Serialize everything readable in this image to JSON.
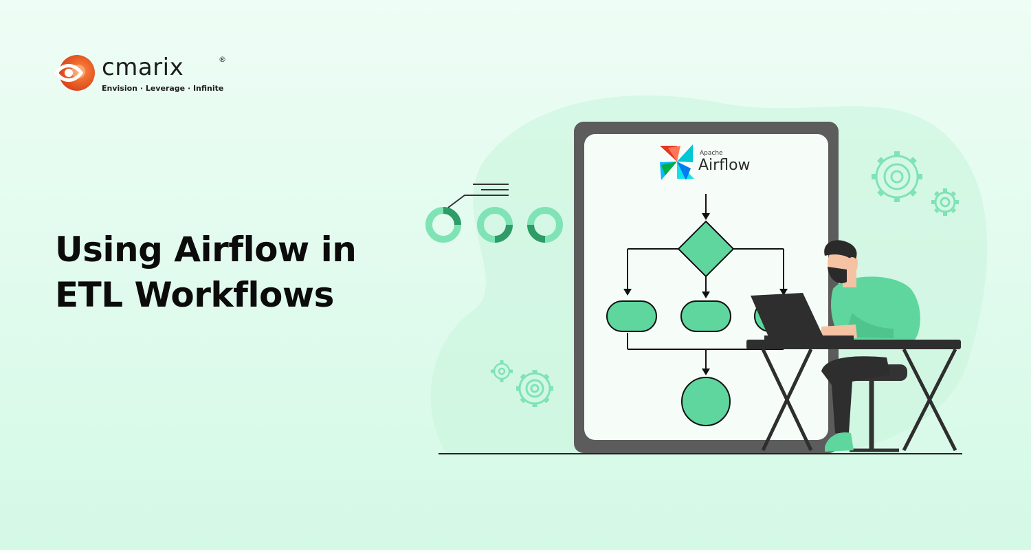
{
  "brand": {
    "name": "cmarix",
    "registered": "®",
    "tagline": "Envision · Leverage · Infinite",
    "color": "#e8541e"
  },
  "headline": {
    "line1": "Using Airflow in",
    "line2": "ETL Workflows"
  },
  "airflow_logo": {
    "apache": "Apache",
    "name": "Airflow"
  },
  "colors": {
    "accent_green": "#5fd69e",
    "dark_green": "#2f8a5c",
    "tablet_frame": "#5c5c5c",
    "background": "#e4fbef"
  }
}
